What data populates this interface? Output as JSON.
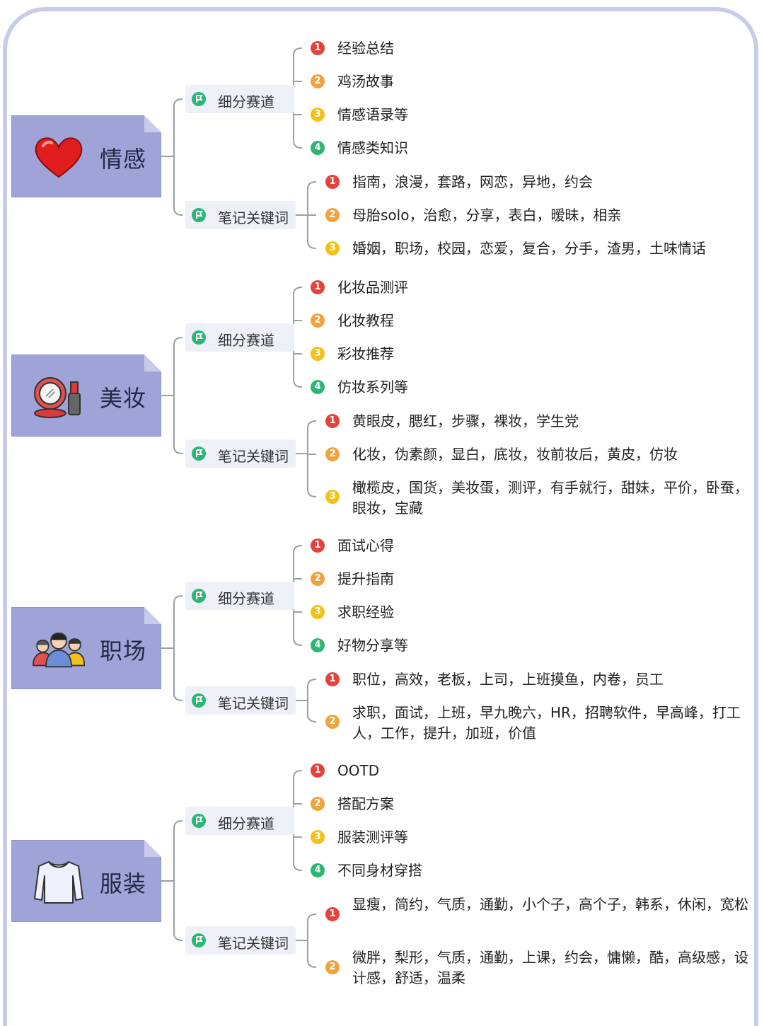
{
  "colors": {
    "category_bg": "#9fa3d7",
    "sub_bg": "#eef0f7",
    "line": "#9aa0a8",
    "num1": "#e2433c",
    "num2": "#f0a23c",
    "num3": "#f2c21a",
    "num4": "#2bb673",
    "flag": "#2bb673"
  },
  "categories": [
    {
      "name": "情感",
      "icon": "heart-icon",
      "segments_label": "细分赛道",
      "segments": [
        "经验总结",
        "鸡汤故事",
        "情感语录等",
        "情感类知识"
      ],
      "keywords_label": "笔记关键词",
      "keywords": [
        "指南，浪漫，套路，网恋，异地，约会",
        "母胎solo，治愈，分享，表白，暧昧，相亲",
        "婚姻，职场，校园，恋爱，复合，分手，渣男，土味情话"
      ]
    },
    {
      "name": "美妆",
      "icon": "makeup-mirror-icon",
      "segments_label": "细分赛道",
      "segments": [
        "化妆品测评",
        "化妆教程",
        "彩妆推荐",
        "仿妆系列等"
      ],
      "keywords_label": "笔记关键词",
      "keywords": [
        "黄眼皮，腮红，步骤，裸妆，学生党",
        "化妆，伪素颜，显白，底妆，妆前妆后，黄皮，仿妆",
        "橄榄皮，国货，美妆蛋，测评，有手就行，甜妹，平价，卧蚕，眼妆，宝藏"
      ]
    },
    {
      "name": "职场",
      "icon": "people-group-icon",
      "segments_label": "细分赛道",
      "segments": [
        "面试心得",
        "提升指南",
        "求职经验",
        "好物分享等"
      ],
      "keywords_label": "笔记关键词",
      "keywords": [
        "职位，高效，老板，上司，上班摸鱼，内卷，员工",
        "求职，面试，上班，早九晚六，HR，招聘软件，早高峰，打工人，工作，提升，加班，价值"
      ]
    },
    {
      "name": "服装",
      "icon": "sweater-icon",
      "segments_label": "细分赛道",
      "segments": [
        "OOTD",
        "搭配方案",
        "服装测评等",
        "不同身材穿搭"
      ],
      "keywords_label": "笔记关键词",
      "keywords": [
        "显瘦，简约，气质，通勤，小个子，高个子，韩系，休闲，宽松",
        "微胖，梨形，气质，通勤，上课，约会，慵懒，酷，高级感，设计感，舒适，温柔"
      ]
    }
  ]
}
